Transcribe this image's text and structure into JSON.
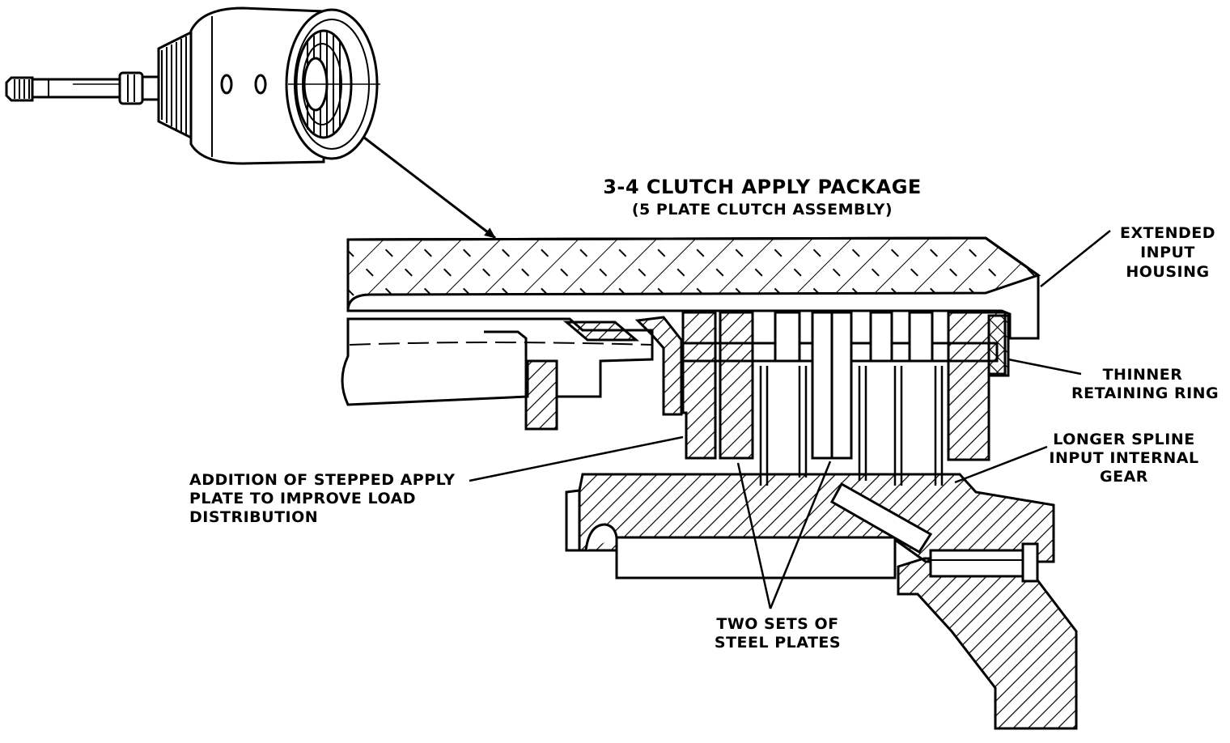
{
  "title": "3-4 CLUTCH APPLY PACKAGE",
  "subtitle": "(5 PLATE CLUTCH ASSEMBLY)",
  "callouts": {
    "extended_input_housing": [
      "EXTENDED",
      "INPUT",
      "HOUSING"
    ],
    "thinner_retaining_ring": [
      "THINNER",
      "RETAINING RING"
    ],
    "longer_spline": [
      "LONGER SPLINE",
      "INPUT INTERNAL",
      "GEAR"
    ],
    "stepped_apply_plate": [
      "ADDITION OF STEPPED APPLY",
      "PLATE TO IMPROVE LOAD",
      "DISTRIBUTION"
    ],
    "steel_plates": [
      "TWO SETS OF",
      "STEEL PLATES"
    ]
  }
}
